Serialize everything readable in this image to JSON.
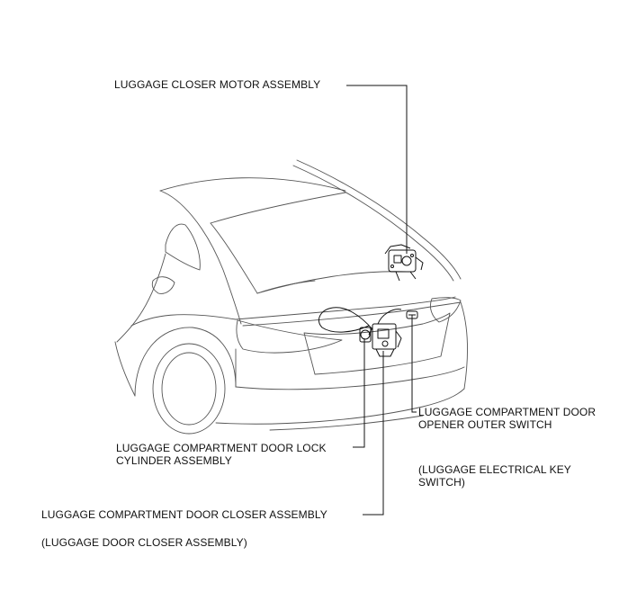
{
  "labels": {
    "motor": "LUGGAGE CLOSER MOTOR ASSEMBLY",
    "opener_switch_line1": "LUGGAGE COMPARTMENT DOOR",
    "opener_switch_line2": "OPENER OUTER SWITCH",
    "key_switch_line1": "(LUGGAGE ELECTRICAL KEY",
    "key_switch_line2": "SWITCH)",
    "lock_cylinder_line1": "LUGGAGE COMPARTMENT DOOR LOCK",
    "lock_cylinder_line2": "CYLINDER ASSEMBLY",
    "closer": "LUGGAGE COMPARTMENT DOOR CLOSER ASSEMBLY",
    "closer_alt": "(LUGGAGE DOOR CLOSER ASSEMBLY)"
  },
  "colors": {
    "car_line": "#555555",
    "part_line": "#111111",
    "background": "#ffffff"
  }
}
